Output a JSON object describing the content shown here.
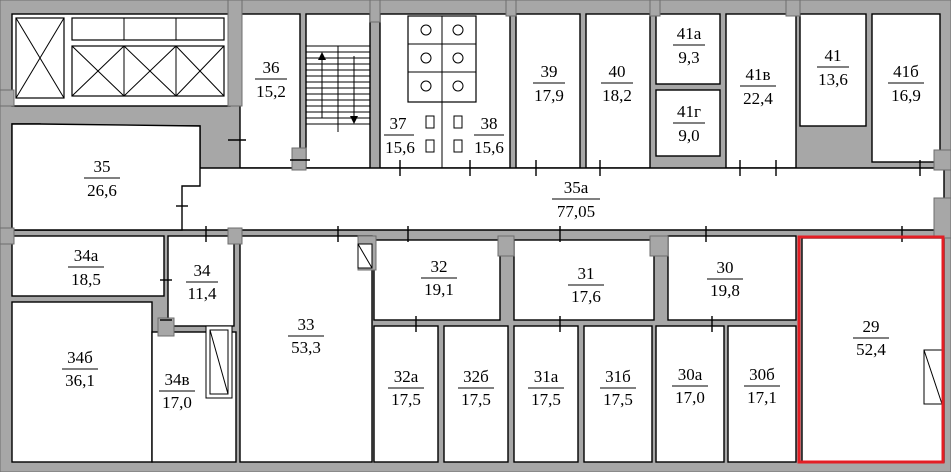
{
  "highlight_color": "#e31e24",
  "highlighted_room": "29",
  "rooms": {
    "r36": {
      "num": "36",
      "area": "15,2"
    },
    "r37": {
      "num": "37",
      "area": "15,6"
    },
    "r38": {
      "num": "38",
      "area": "15,6"
    },
    "r39": {
      "num": "39",
      "area": "17,9"
    },
    "r40": {
      "num": "40",
      "area": "18,2"
    },
    "r41a": {
      "num": "41а",
      "area": "9,3"
    },
    "r41g": {
      "num": "41г",
      "area": "9,0"
    },
    "r41v": {
      "num": "41в",
      "area": "22,4"
    },
    "r41": {
      "num": "41",
      "area": "13,6"
    },
    "r41b": {
      "num": "41б",
      "area": "16,9"
    },
    "r35": {
      "num": "35",
      "area": "26,6"
    },
    "r35a": {
      "num": "35а",
      "area": "77,05"
    },
    "r34a": {
      "num": "34а",
      "area": "18,5"
    },
    "r34": {
      "num": "34",
      "area": "11,4"
    },
    "r34b": {
      "num": "34б",
      "area": "36,1"
    },
    "r34v": {
      "num": "34в",
      "area": "17,0"
    },
    "r33": {
      "num": "33",
      "area": "53,3"
    },
    "r32": {
      "num": "32",
      "area": "19,1"
    },
    "r31": {
      "num": "31",
      "area": "17,6"
    },
    "r30": {
      "num": "30",
      "area": "19,8"
    },
    "r29": {
      "num": "29",
      "area": "52,4"
    },
    "r32a": {
      "num": "32а",
      "area": "17,5"
    },
    "r32b": {
      "num": "32б",
      "area": "17,5"
    },
    "r31a": {
      "num": "31а",
      "area": "17,5"
    },
    "r31b": {
      "num": "31б",
      "area": "17,5"
    },
    "r30a": {
      "num": "30а",
      "area": "17,0"
    },
    "r30b": {
      "num": "30б",
      "area": "17,1"
    }
  }
}
